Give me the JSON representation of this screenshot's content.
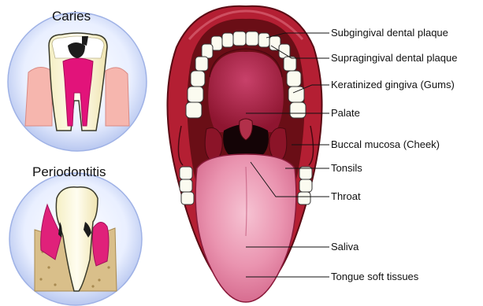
{
  "panels": {
    "caries_title": "Caries",
    "periodontitis_title": "Periodontitis"
  },
  "labels": [
    "Subgingival dental plaque",
    "Supragingival dental plaque",
    "Keratinized gingiva (Gums)",
    "Palate",
    "Buccal mucosa (Cheek)",
    "Tonsils",
    "Throat",
    "Saliva",
    "Tongue soft tissues"
  ],
  "colors": {
    "lip": "#b02030",
    "mouth_dark": "#6a0e16",
    "palate": "#a41e36",
    "tongue": "#e88aa8",
    "tooth": "#fbfbf0",
    "gum_light": "#f3b9b6",
    "plaque": "#1a1a1a",
    "circle_bg": "#dfe8fb"
  }
}
